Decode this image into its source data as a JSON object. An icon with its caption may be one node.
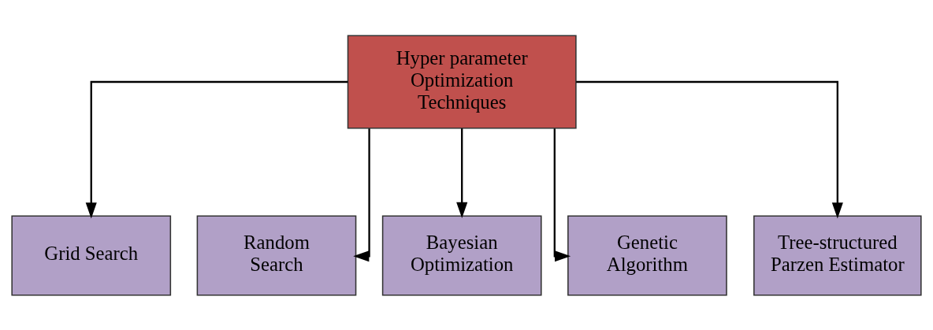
{
  "diagram": {
    "nodes": [
      {
        "text": [
          "Hyper parameter Optimization Techniques"
        ]
      },
      {
        "text": [
          "Grid Search"
        ]
      },
      {
        "text": [
          "Random Search"
        ]
      },
      {
        "text": [
          "Bayesian Optimization"
        ]
      },
      {
        "text": [
          "Genetic Algorithm"
        ]
      },
      {
        "text": [
          "Tree-structured Parzen Estimator"
        ]
      }
    ],
    "edges": [
      {
        "from": 0,
        "to": 1,
        "arrow": "to"
      },
      {
        "from": 0,
        "to": 2,
        "arrow": "to"
      },
      {
        "from": 0,
        "to": 3,
        "arrow": "to"
      },
      {
        "from": 0,
        "to": 4,
        "arrow": "to"
      },
      {
        "from": 0,
        "to": 5,
        "arrow": "to"
      }
    ]
  }
}
